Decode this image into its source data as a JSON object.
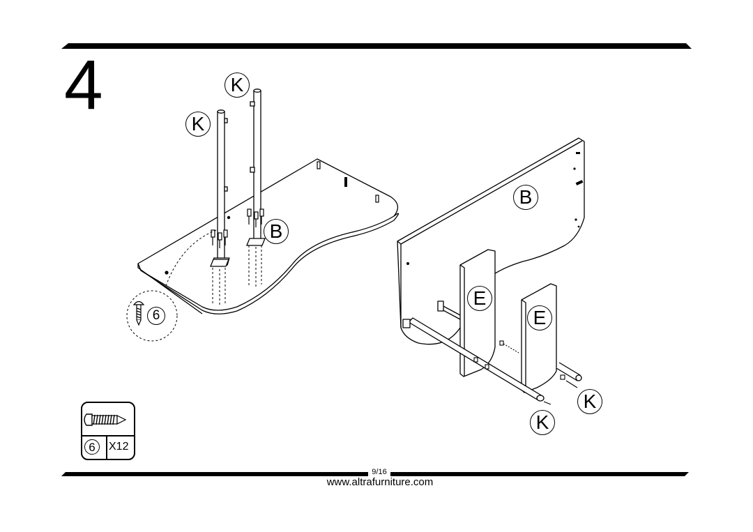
{
  "step": {
    "number": "4"
  },
  "part_labels": {
    "left_k_upper": "K",
    "left_k_lower": "K",
    "left_b": "B",
    "right_b": "B",
    "right_e_1": "E",
    "right_e_2": "E",
    "right_k_1": "K",
    "right_k_2": "K"
  },
  "callout": {
    "hardware_number": "6",
    "icon": "screw-icon"
  },
  "hardware_box": {
    "number": "6",
    "quantity": "X12",
    "icon": "screw-icon"
  },
  "footer": {
    "page": "9/16",
    "url": "www.altrafurniture.com"
  }
}
